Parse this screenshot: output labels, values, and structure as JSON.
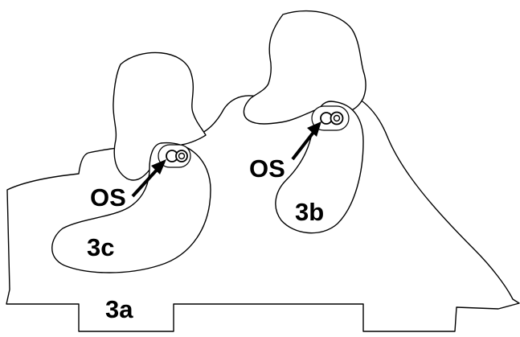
{
  "labels": {
    "base": "3a",
    "right_region": "3b",
    "left_region": "3c",
    "os_left": "OS",
    "os_right": "OS"
  }
}
